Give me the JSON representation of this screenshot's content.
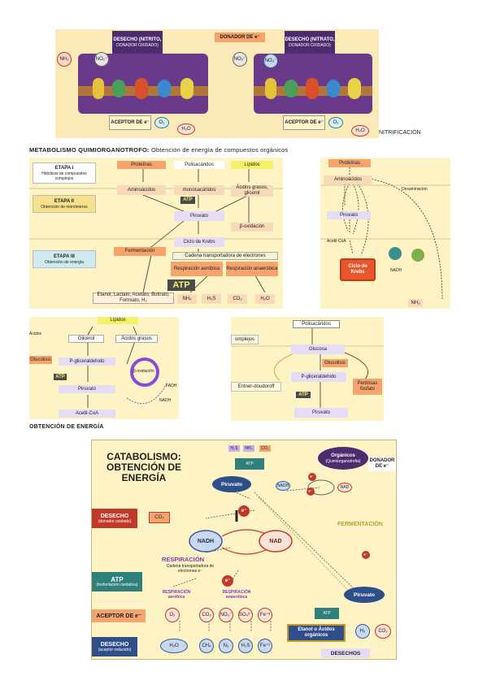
{
  "top": {
    "desecho_1": "DESECHO (NITRITO,",
    "desecho_1_sub": "DONADOR OXIDADO)",
    "donador": "DONADOR DE e⁻",
    "desecho_2": "DESECHO (NITRATO,",
    "desecho_2_sub": "DONADOR OXIDADO)",
    "nh3": "NH₃",
    "no2_a": "NO₂⁻",
    "no2_b": "NO₂⁻",
    "no3": "NO₃⁻",
    "aceptor_1": "ACEPTOR DE e⁻",
    "aceptor_2": "ACEPTOR DE e⁻",
    "o2_a": "O₂",
    "o2_b": "O₂",
    "h2o_a": "H₂O",
    "h2o_b": "H₂O",
    "caption": "NITRIFICACIÓN"
  },
  "heading_quimio": {
    "bold": "METABOLISMO QUIMIORGANOTROFO:",
    "normal": " Obtención de energía de compuestos orgánicos"
  },
  "stages": {
    "etapa1": "ETAPA I",
    "etapa1_sub": "Hidrólisis de compuestos complejos",
    "etapa2": "ETAPA II",
    "etapa2_sub": "Obtención de monómeros",
    "etapa3": "ETAPA III",
    "etapa3_sub": "Obtención de energía",
    "proteinas": "Proteínas",
    "polisacaridos": "Polisacáridos",
    "lipidos": "Lípidos",
    "aminoacidos": "Aminoácidos",
    "monosacaridos": "monosacáridos",
    "acidos_grasos": "Ácidos grasos, glicerol",
    "atp": "ATP",
    "piruvato": "Piruvato",
    "beta_oxidacion": "β-oxidación",
    "ciclo_krebs": "Ciclo de Krebs",
    "fermentacion": "Fermentación",
    "cadena": "Cadena transportadora de electrones",
    "resp_aerobica": "Respiración aeróbica",
    "resp_anaerobica": "Respiración anaeróbica",
    "atp_big": "ATP",
    "fermentation_products": "Etanol, Lactato, Acetato, Butirato, Formiato, H₂",
    "nh4": "NH₄",
    "h2s": "H₂S",
    "co2": "CO₂",
    "h2o": "H₂O"
  },
  "protein_panel": {
    "proteinas": "Proteínas",
    "aminoacidos": "Aminoácidos",
    "desaminacion": "Desaminación",
    "piruvato": "Piruvato",
    "acetil": "Acetil-CoA",
    "ciclo": "Ciclo de Krebs",
    "nadh": "NADH",
    "nh3": "NH₃"
  },
  "lipid_panel": {
    "lipidos": "Lípidos",
    "cos": "Ácidos",
    "glicerol": "Glicerol",
    "acidos_grasos": "Ácidos grasos",
    "glucolisis": "Glucolisis",
    "pgliceraldehido": "P-gliceraldehido",
    "beta": "β-oxidación",
    "atp": "ATP",
    "piruvato": "Piruvato",
    "fadh": "FADH",
    "nadh": "NADH",
    "acetil": "Acetil-CoA"
  },
  "poly_panel": {
    "polisacaridos": "Polisacáridos",
    "complejos": "omplejos",
    "glucosa": "Glucosa",
    "glucolisis": "Glucolisis",
    "pgliceraldehido": "P-gliceraldehido",
    "entner": "Entner-doudoroff",
    "pentosas": "Pentosas fosfato",
    "atp": "ATP",
    "piruvato": "Piruvato"
  },
  "heading_energia": "OBTENCIÓN DE ENERGÍA",
  "catabolismo": {
    "title_1": "CATABOLISMO:",
    "title_2": "OBTENCIÓN DE",
    "title_3": "ENERGÍA",
    "organicos": "Orgánicos",
    "organicos_sub": "(Quimiorganotrofia)",
    "donador": "DONADOR DE e⁻",
    "piruvato": "Piruvato",
    "desecho": "DESECHO",
    "desecho_sub": "(donador oxidado)",
    "co2": "CO₂",
    "e": "e⁻",
    "nadh": "NADH",
    "nad": "NAD",
    "fermentacion": "FERMENTACIÓN",
    "respiracion": "RESPIRACIÓN",
    "cadena": "Cadena transportadora de electrones e⁻",
    "atp": "ATP",
    "atp_sub": "(fosforilación oxidativa)",
    "resp_aerobica": "RESPIRACIÓN aeróbica",
    "resp_anaerobica": "RESPIRACIÓN anaeróbica",
    "piruvato_2": "Piruvato",
    "aceptor": "ACEPTOR DE e⁻",
    "o2": "O₂",
    "co2_b": "CO₂",
    "no3": "NO₃⁻",
    "so4": "SO₄²⁻",
    "fe3": "Fe⁺³",
    "desecho_2": "DESECHO",
    "desecho_2_sub": "(aceptor reducido)",
    "h2o": "H₂O",
    "ch4": "CH₄",
    "n2": "N₂",
    "h2s": "H₂S",
    "fe2": "Fe⁺²",
    "etanol": "Etanol o Ácidos orgánicos",
    "h2": "H₂",
    "co2_c": "CO₂",
    "desechos": "DESECHOS",
    "nadh_small": "NADH",
    "nad_small": "NAD",
    "atp_small": "ATP"
  },
  "colors": {
    "cream": "#fdf3c4",
    "orange": "#f5a46d",
    "purple": "#4b2d6e",
    "teal": "#2f7f7a",
    "lavender": "#e6dcf5",
    "yellow": "#f5f26a"
  }
}
